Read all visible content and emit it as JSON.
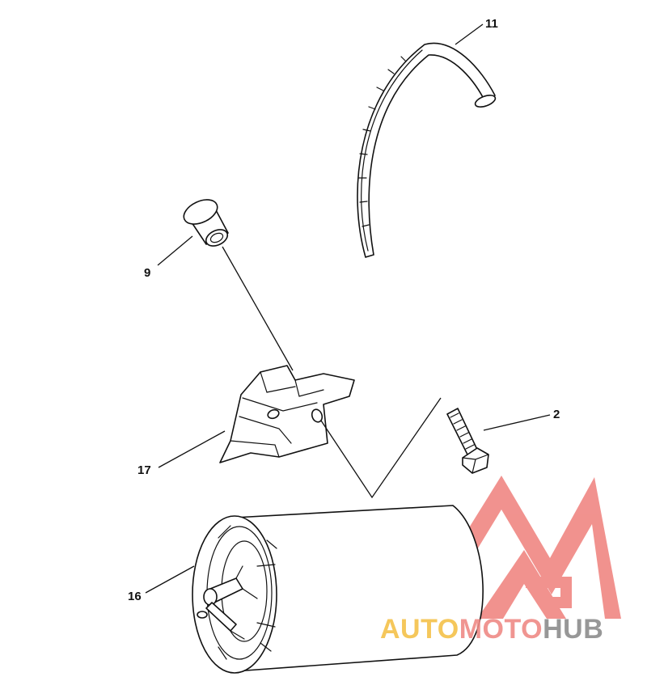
{
  "callouts": {
    "strap": "11",
    "grommet": "9",
    "bolt": "2",
    "bracket": "17",
    "filter": "16"
  },
  "watermark": {
    "part1": "AUTO",
    "part2": "MOTO",
    "part3": "HUB",
    "color_auto": "#f5c14a",
    "color_moto": "#ef8a86",
    "color_hub": "#8c8c8c",
    "logo_color": "#ef7f7b"
  }
}
